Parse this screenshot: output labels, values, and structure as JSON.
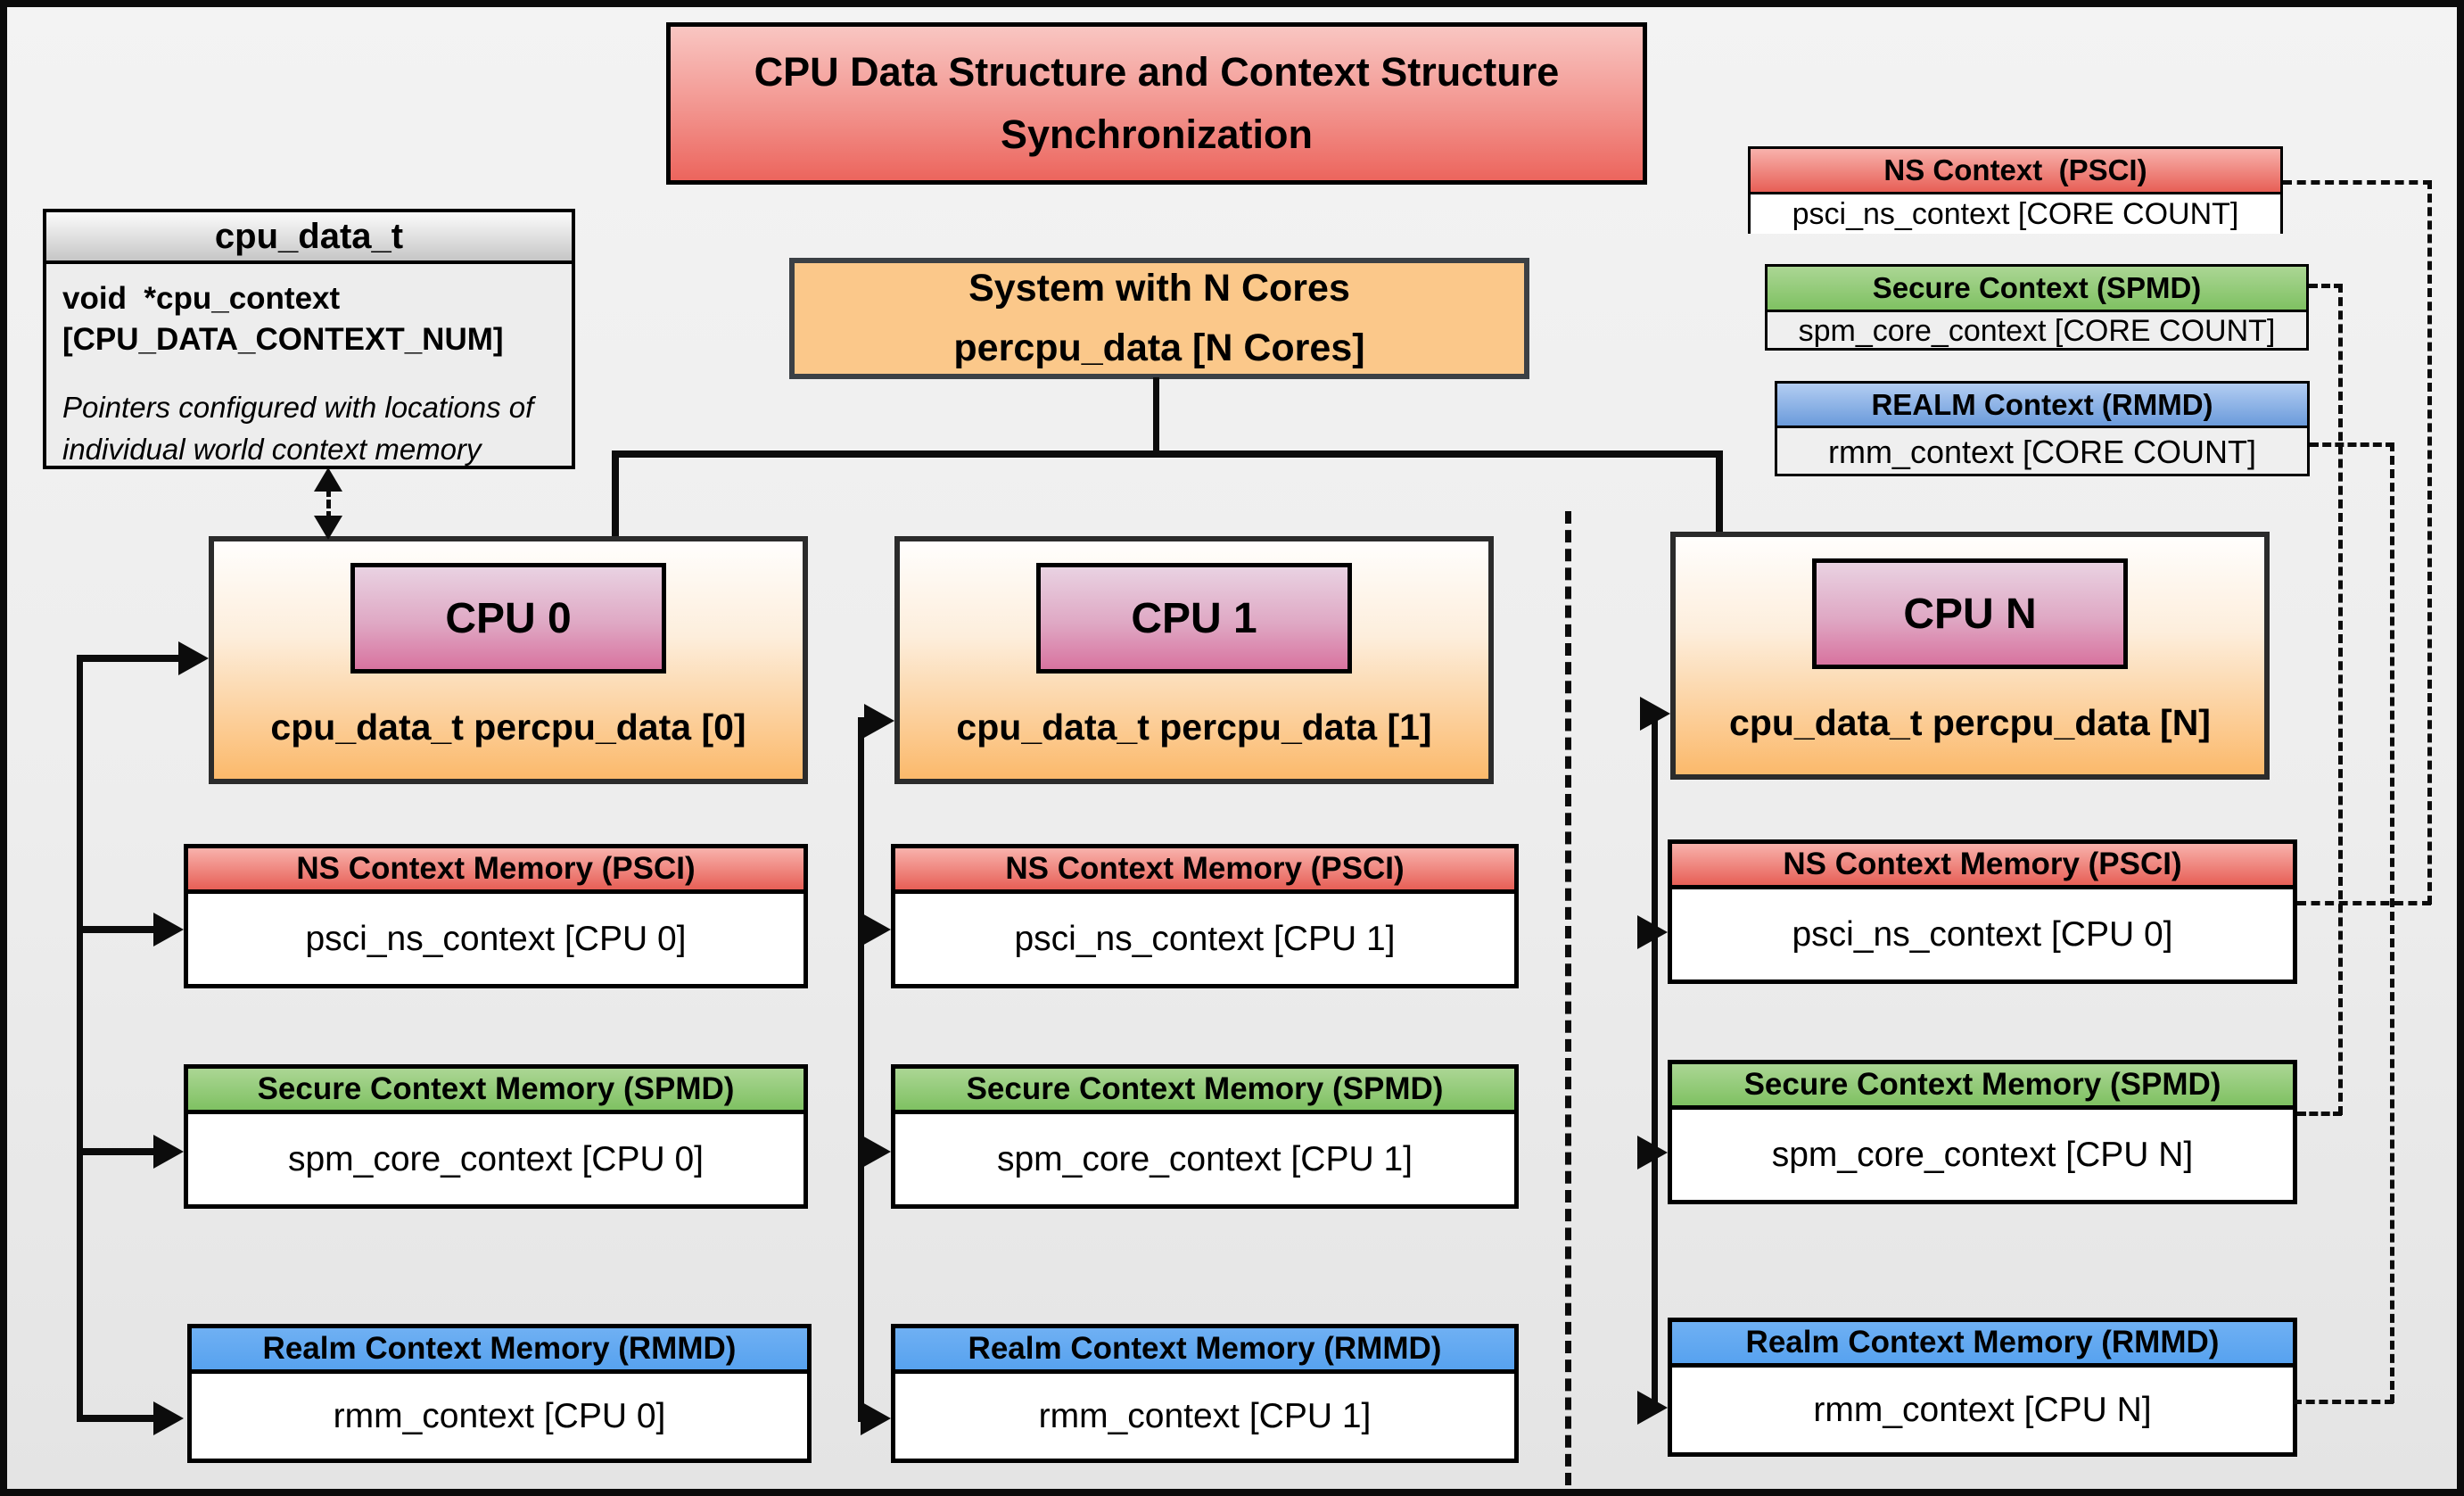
{
  "title": "CPU Data Structure and Context Structure Synchronization",
  "cpu_data_struct": {
    "header": "cpu_data_t",
    "field_line1": "void  *cpu_context",
    "field_line2": "[CPU_DATA_CONTEXT_NUM]",
    "note": "Pointers configured with locations of individual world context memory"
  },
  "system_box": {
    "line1": "System with N Cores",
    "line2": "percpu_data [N Cores]"
  },
  "legend": [
    {
      "title": "NS Context  (PSCI)",
      "body": "psci_ns_context [CORE COUNT]",
      "color": "#e75f56"
    },
    {
      "title": "Secure Context (SPMD)",
      "body": "spm_core_context [CORE COUNT]",
      "color": "#7fc162"
    },
    {
      "title": "REALM Context (RMMD)",
      "body": "rmm_context [CORE COUNT]",
      "color": "#6b9bdb"
    }
  ],
  "cpus": [
    {
      "label": "CPU 0",
      "data_label": "cpu_data_t percpu_data [0]",
      "contexts": [
        {
          "header": "NS Context Memory (PSCI)",
          "body": "psci_ns_context [CPU 0]"
        },
        {
          "header": "Secure Context Memory (SPMD)",
          "body": "spm_core_context [CPU 0]"
        },
        {
          "header": "Realm Context Memory (RMMD)",
          "body": "rmm_context [CPU 0]"
        }
      ]
    },
    {
      "label": "CPU 1",
      "data_label": "cpu_data_t percpu_data [1]",
      "contexts": [
        {
          "header": "NS Context Memory (PSCI)",
          "body": "psci_ns_context [CPU 1]"
        },
        {
          "header": "Secure Context Memory (SPMD)",
          "body": "spm_core_context [CPU 1]"
        },
        {
          "header": "Realm Context Memory (RMMD)",
          "body": "rmm_context [CPU 1]"
        }
      ]
    },
    {
      "label": "CPU N",
      "data_label": "cpu_data_t percpu_data [N]",
      "contexts": [
        {
          "header": "NS Context Memory (PSCI)",
          "body": "psci_ns_context [CPU 0]"
        },
        {
          "header": "Secure Context Memory (SPMD)",
          "body": "spm_core_context [CPU N]"
        },
        {
          "header": "Realm Context Memory (RMMD)",
          "body": "rmm_context [CPU N]"
        }
      ]
    }
  ],
  "colors": {
    "title_gradient_top": "#f9c6c2",
    "title_gradient_bottom": "#ec655d",
    "ns_header_red": "#e75f56",
    "secure_header_green": "#7fc162",
    "realm_header_blue": "#57a2ef",
    "system_orange": "#fbc88a",
    "cpu_gradient_bottom": "#fbb96b",
    "cpu_inner_pink": "#d8739f",
    "background": "#efefef",
    "line_black": "#0c0c0c"
  }
}
